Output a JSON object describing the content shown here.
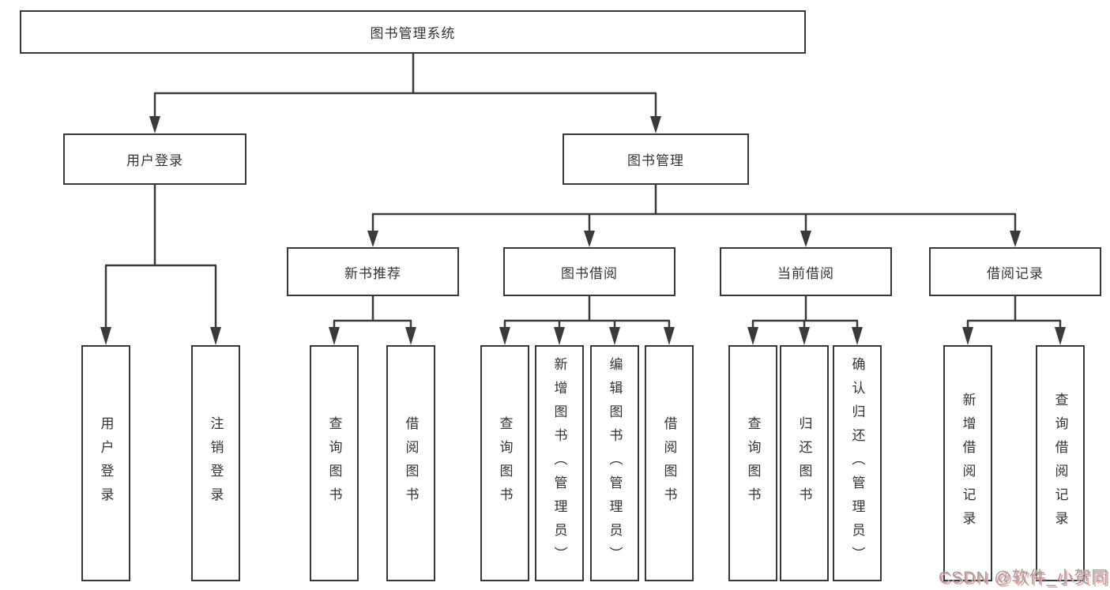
{
  "tree": {
    "root": {
      "label": "图书管理系统",
      "children": [
        {
          "label": "用户登录",
          "children": [
            {
              "label": "用户登录"
            },
            {
              "label": "注销登录"
            }
          ]
        },
        {
          "label": "图书管理",
          "children": [
            {
              "label": "新书推荐",
              "children": [
                {
                  "label": "查询图书"
                },
                {
                  "label": "借阅图书"
                }
              ]
            },
            {
              "label": "图书借阅",
              "children": [
                {
                  "label": "查询图书"
                },
                {
                  "label": "新增图书（管理员）"
                },
                {
                  "label": "编辑图书（管理员）"
                },
                {
                  "label": "借阅图书"
                }
              ]
            },
            {
              "label": "当前借阅",
              "children": [
                {
                  "label": "查询图书"
                },
                {
                  "label": "归还图书"
                },
                {
                  "label": "确认归还（管理员）"
                }
              ]
            },
            {
              "label": "借阅记录",
              "children": [
                {
                  "label": "新增借阅记录"
                },
                {
                  "label": "查询借阅记录"
                }
              ]
            }
          ]
        }
      ]
    }
  },
  "watermark": {
    "text": "CSDN @软件_小贺同学"
  },
  "colors": {
    "line": "#3a3a3a",
    "box_border": "#383838",
    "text": "#333333",
    "background": "#ffffff",
    "watermark": "#a0a0a0",
    "watermark_shadow": "#eb9f9f"
  }
}
